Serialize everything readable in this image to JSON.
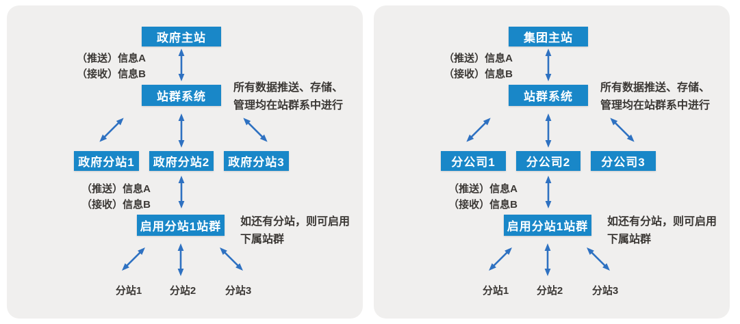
{
  "colors": {
    "node_fill": "#1987c8",
    "node_text": "#ffffff",
    "arrow_blue": "#2e71c1",
    "panel_background": "#f0efee",
    "text_dark": "#3b3835",
    "page_background": "#ffffff"
  },
  "panels": [
    {
      "main_site": "政府主站",
      "push_label": "（推送）信息A",
      "receive_label": "（接收）信息B",
      "cluster_system": "站群系统",
      "cluster_note_line1": "所有数据推送、存储、",
      "cluster_note_line2": "管理均在站群系中进行",
      "branches": [
        "政府分站1",
        "政府分站2",
        "政府分站3"
      ],
      "enable_box": "启用分站1站群",
      "enable_note_line1": "如还有分站，则可启用",
      "enable_note_line2": "下属站群",
      "subsites": [
        "分站1",
        "分站2",
        "分站3"
      ]
    },
    {
      "main_site": "集团主站",
      "push_label": "（推送）信息A",
      "receive_label": "（接收）信息B",
      "cluster_system": "站群系统",
      "cluster_note_line1": "所有数据推送、存储、",
      "cluster_note_line2": "管理均在站群系中进行",
      "branches": [
        "分公司1",
        "分公司2",
        "分公司3"
      ],
      "enable_box": "启用分站1站群",
      "enable_note_line1": "如还有分站，则可启用",
      "enable_note_line2": "下属站群",
      "subsites": [
        "分站1",
        "分站2",
        "分站3"
      ]
    }
  ]
}
